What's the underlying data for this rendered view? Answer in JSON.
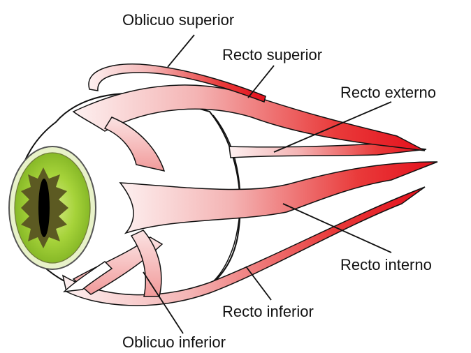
{
  "labels": {
    "oblicuo_superior": "Oblicuo superior",
    "recto_superior": "Recto superior",
    "recto_externo": "Recto externo",
    "recto_interno": "Recto interno",
    "recto_inferior": "Recto inferior",
    "oblicuo_inferior": "Oblicuo inferior"
  },
  "colors": {
    "muscle_red": "#e4101c",
    "muscle_light": "#fbe3e3",
    "iris_green": "#a6d33a",
    "iris_dark": "#5c5a22",
    "pupil": "#000000",
    "outline": "#111111",
    "eyeball": "#ffffff"
  }
}
